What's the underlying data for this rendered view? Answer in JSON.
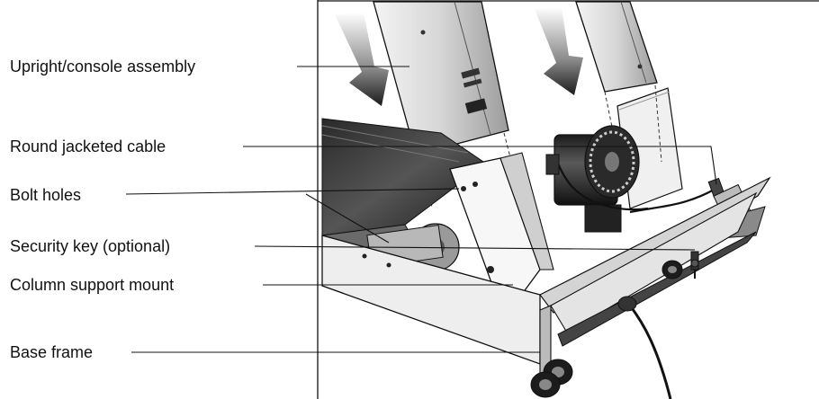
{
  "callouts": [
    {
      "id": "upright",
      "text": "Upright/console assembly"
    },
    {
      "id": "cable",
      "text": "Round jacketed cable"
    },
    {
      "id": "bolt",
      "text": "Bolt holes"
    },
    {
      "id": "key",
      "text": "Security key (optional)"
    },
    {
      "id": "mount",
      "text": "Column support mount"
    },
    {
      "id": "base",
      "text": "Base frame"
    }
  ],
  "colors": {
    "line": "#111111",
    "metal_light": "#e8e8e8",
    "metal_mid": "#bdbdbd",
    "metal_dark": "#3a3a3a"
  }
}
